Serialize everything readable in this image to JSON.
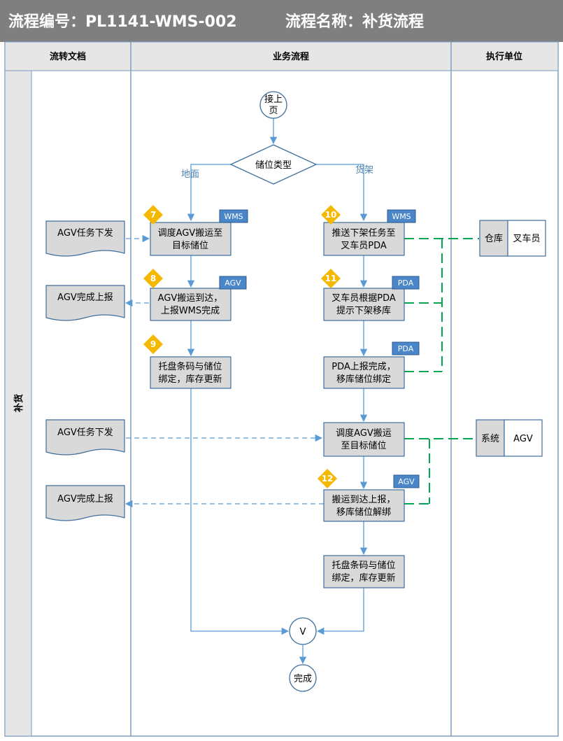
{
  "header": {
    "title_number": "流程编号：PL1141-WMS-002",
    "title_name": "流程名称：补货流程"
  },
  "columns": {
    "documents": "流转文档",
    "business": "业务流程",
    "executor": "执行单位"
  },
  "lane": {
    "label": "补货"
  },
  "start": {
    "line1": "接上",
    "line2": "页"
  },
  "decision": {
    "label": "储位类型",
    "branch_left": "地面",
    "branch_right": "货架"
  },
  "steps": {
    "s7": {
      "badge": "7",
      "tag": "WMS",
      "line1": "调度AGV搬运至",
      "line2": "目标储位"
    },
    "s8": {
      "badge": "8",
      "tag": "AGV",
      "line1": "AGV搬运到达，",
      "line2": "上报WMS完成"
    },
    "s9": {
      "badge": "9",
      "line1": "托盘条码与储位",
      "line2": "绑定，库存更新"
    },
    "s10": {
      "badge": "10",
      "tag": "WMS",
      "line1": "推送下架任务至",
      "line2": "叉车员PDA"
    },
    "s11": {
      "badge": "11",
      "tag": "PDA",
      "line1": "叉车员根据PDA",
      "line2": "提示下架移库"
    },
    "s11b": {
      "tag": "PDA",
      "line1": "PDA上报完成，",
      "line2": "移库储位绑定"
    },
    "s11c": {
      "line1": "调度AGV搬运",
      "line2": "至目标储位"
    },
    "s12": {
      "badge": "12",
      "tag": "AGV",
      "line1": "搬运到达上报，",
      "line2": "移库储位解绑"
    },
    "s12b": {
      "line1": "托盘条码与储位",
      "line2": "绑定，库存更新"
    }
  },
  "documents": {
    "doc1": "AGV任务下发",
    "doc2": "AGV完成上报",
    "doc3": "AGV任务下发",
    "doc4": "AGV完成上报"
  },
  "executors": {
    "e1": {
      "left": "仓库",
      "right": "叉车员"
    },
    "e2": {
      "left": "系统",
      "right": "AGV"
    }
  },
  "merge": {
    "label": "V"
  },
  "end": {
    "label": "完成"
  },
  "colors": {
    "header_bg": "#7f7f7f",
    "box_fill": "#d9d9d9",
    "box_stroke": "#3d6f9e",
    "tag_fill": "#4a86c8",
    "badge_fill": "#f5b800",
    "arrow": "#5b9bd5",
    "green_dash": "#00a651"
  }
}
